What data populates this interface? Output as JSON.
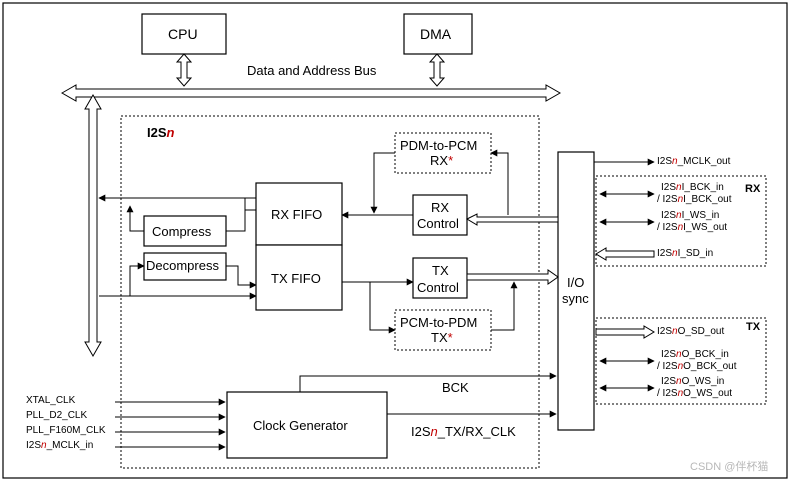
{
  "blocks": {
    "cpu": "CPU",
    "dma": "DMA",
    "bus": "Data and Address Bus",
    "i2s_prefix": "I2S",
    "n": "n",
    "pdm_to_pcm_1": "PDM-to-PCM",
    "pdm_to_pcm_2": "RX",
    "pcm_to_pdm_1": "PCM-to-PDM",
    "pcm_to_pdm_2": "TX",
    "star": "*",
    "compress": "Compress",
    "decompress": "Decompress",
    "rx_fifo": "RX FIFO",
    "tx_fifo": "TX FIFO",
    "rx_control_1": "RX",
    "rx_control_2": "Control",
    "tx_control_1": "TX",
    "tx_control_2": "Control",
    "io_sync_1": "I/O",
    "io_sync_2": "sync",
    "clock_generator": "Clock Generator",
    "bck": "BCK",
    "txrx_clk_prefix": "I2S",
    "txrx_clk_suffix": "_TX/RX_CLK"
  },
  "inputs": {
    "xtal": "XTAL_CLK",
    "pll_d2": "PLL_D2_CLK",
    "pll_f160m": "PLL_F160M_CLK",
    "mclk_in_prefix": "I2S",
    "mclk_in_suffix": "_MCLK_in"
  },
  "signals": {
    "mclk_out_prefix": "I2S",
    "mclk_out_suffix": "_MCLK_out",
    "rx_group": "RX",
    "tx_group": "TX",
    "rx_bck": [
      "I2S",
      "I_BCK_in",
      "/ I2S",
      "I_BCK_out"
    ],
    "rx_ws": [
      "I2S",
      "I_WS_in",
      "/ I2S",
      "I_WS_out"
    ],
    "rx_sd": [
      "I2S",
      "I_SD_in"
    ],
    "tx_sd": [
      "I2S",
      "O_SD_out"
    ],
    "tx_bck": [
      "I2S",
      "O_BCK_in",
      "/ I2S",
      "O_BCK_out"
    ],
    "tx_ws": [
      "I2S",
      "O_WS_in",
      "/ I2S",
      "O_WS_out"
    ]
  },
  "watermark": "CSDN @伴杯猫"
}
